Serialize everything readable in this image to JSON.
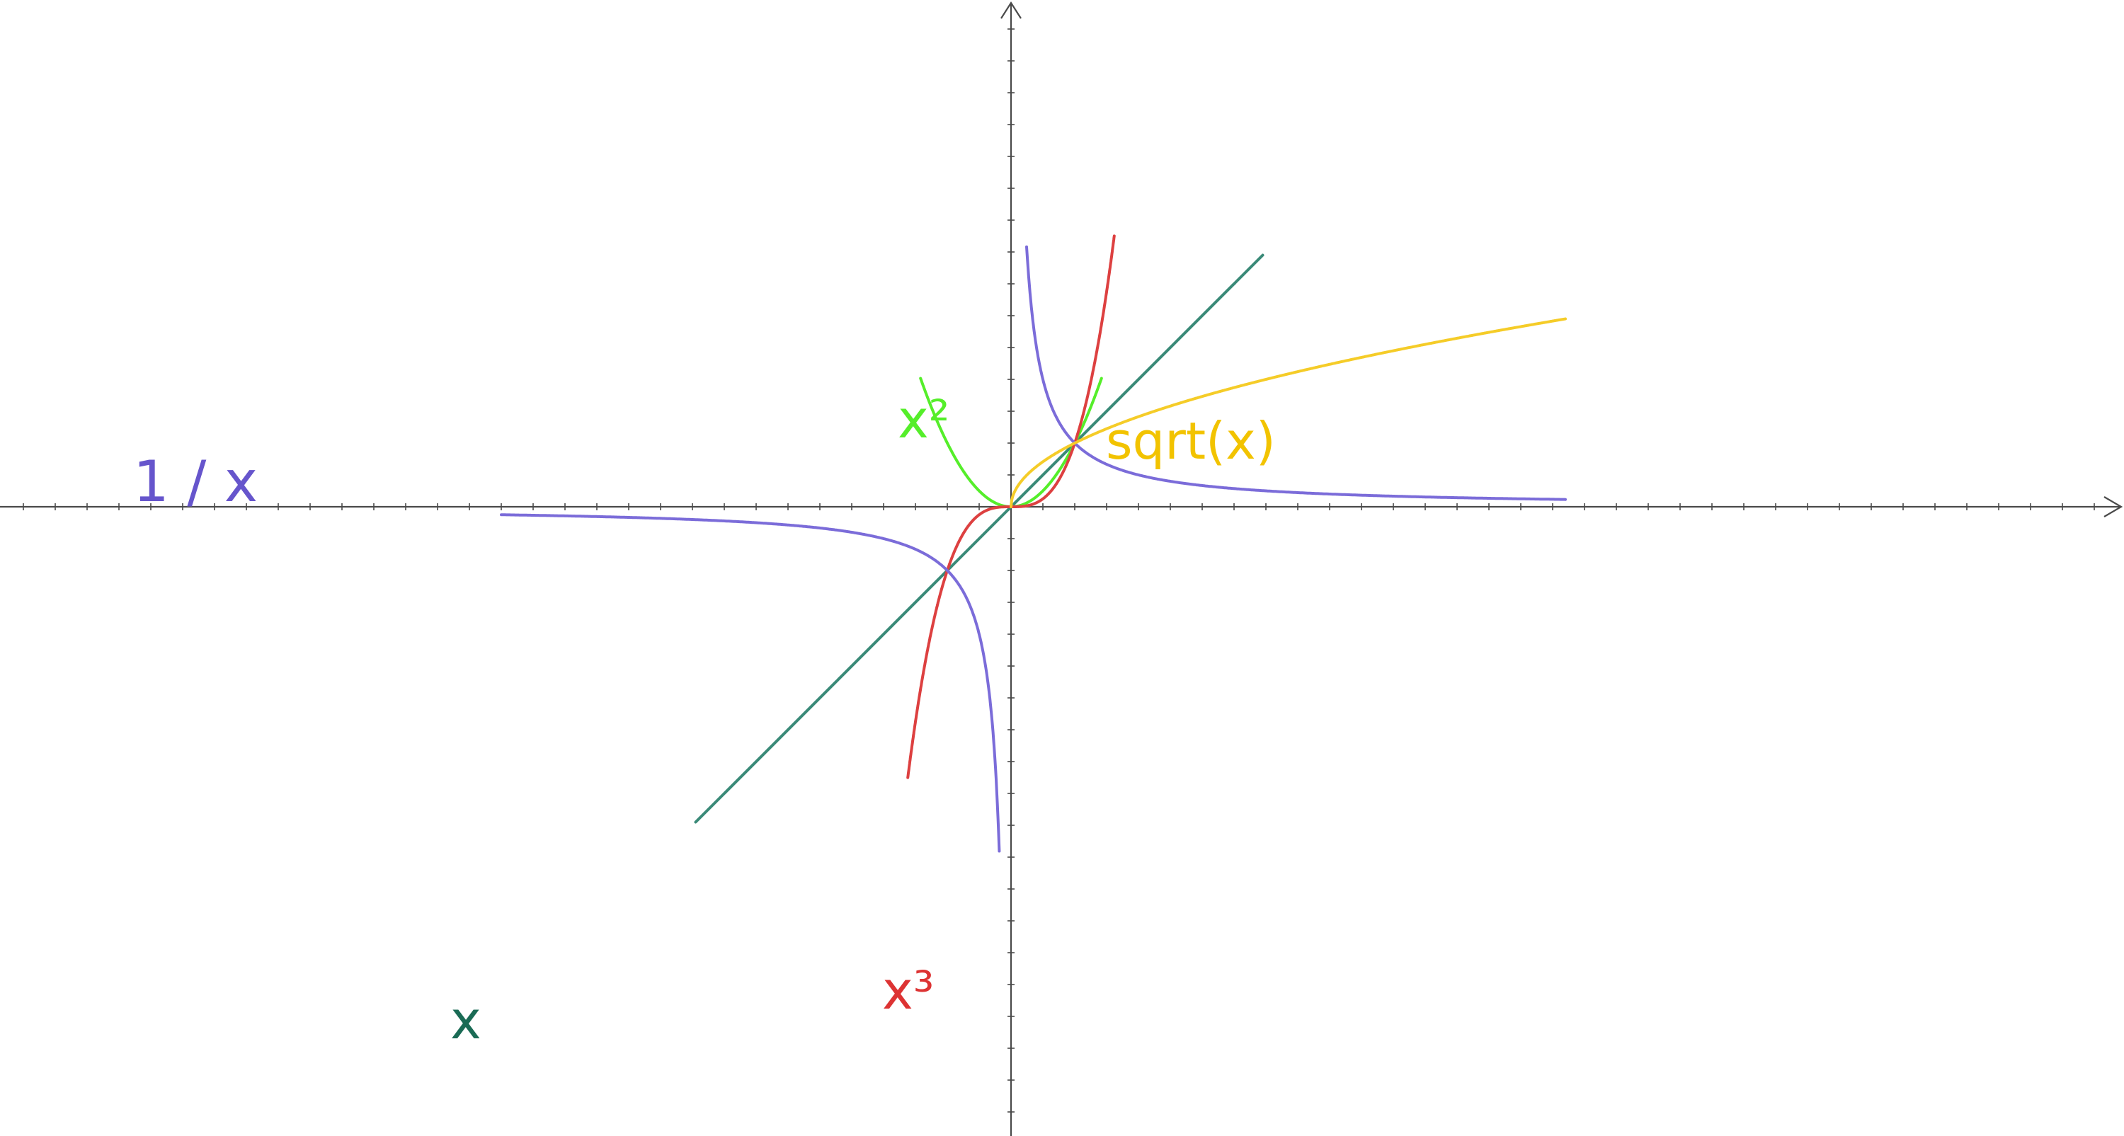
{
  "chart_data": {
    "type": "line",
    "title": "",
    "xlabel": "",
    "ylabel": "",
    "xlim": [
      -8,
      8.7
    ],
    "ylim": [
      -5,
      4
    ],
    "grid": false,
    "legend": "none",
    "series": [
      {
        "name": "x",
        "function": "x",
        "color": "#3a8a78",
        "label_color": "#1a6b55",
        "x": [
          -4.95,
          3.95
        ],
        "y": [
          -4.95,
          3.95
        ]
      },
      {
        "name": "x²",
        "function": "x^2",
        "color": "#55ee2a",
        "label_color": "#55ee2a",
        "x": [
          -1.4,
          -1.2,
          -1.0,
          -0.8,
          -0.6,
          -0.4,
          -0.2,
          0,
          0.2,
          0.4,
          0.6,
          0.8,
          1.0,
          1.2,
          1.4
        ],
        "y": [
          1.96,
          1.44,
          1.0,
          0.64,
          0.36,
          0.16,
          0.04,
          0,
          0.04,
          0.16,
          0.36,
          0.64,
          1.0,
          1.44,
          1.96
        ]
      },
      {
        "name": "x³",
        "function": "x^3",
        "color": "#dd4040",
        "label_color": "#dd3333",
        "x": [
          -1.6,
          -1.4,
          -1.2,
          -1.0,
          -0.8,
          -0.6,
          -0.4,
          -0.2,
          0,
          0.2,
          0.4,
          0.6,
          0.8,
          1.0,
          1.2,
          1.4,
          1.6
        ],
        "y": [
          -4.1,
          -2.74,
          -1.73,
          -1.0,
          -0.51,
          -0.22,
          -0.06,
          -0.01,
          0,
          0.01,
          0.06,
          0.22,
          0.51,
          1.0,
          1.73,
          2.74,
          4.1
        ]
      },
      {
        "name": "1 / x",
        "function": "1/x",
        "color": "#7b6cd9",
        "label_color": "#6655cc",
        "x": [
          -8,
          -6,
          -4,
          -3,
          -2,
          -1.5,
          -1,
          -0.75,
          -0.5,
          -0.35,
          -0.25,
          -0.2,
          0.25,
          0.3,
          0.4,
          0.5,
          0.75,
          1,
          1.5,
          2,
          3,
          4,
          6,
          8.7
        ],
        "y": [
          -0.125,
          -0.17,
          -0.25,
          -0.33,
          -0.5,
          -0.67,
          -1.0,
          -1.33,
          -2.0,
          -2.86,
          -4.0,
          -5.0,
          4.0,
          3.33,
          2.5,
          2.0,
          1.33,
          1.0,
          0.67,
          0.5,
          0.33,
          0.25,
          0.17,
          0.115
        ]
      },
      {
        "name": "sqrt(x)",
        "function": "sqrt(x)",
        "color": "#f5cc28",
        "label_color": "#f2c300",
        "x": [
          0,
          0.05,
          0.1,
          0.25,
          0.5,
          1,
          1.5,
          2,
          3,
          4,
          5,
          6,
          7,
          8,
          8.7
        ],
        "y": [
          0,
          0.22,
          0.32,
          0.5,
          0.71,
          1.0,
          1.22,
          1.41,
          1.73,
          2.0,
          2.24,
          2.45,
          2.65,
          2.83,
          2.95
        ]
      }
    ]
  }
}
